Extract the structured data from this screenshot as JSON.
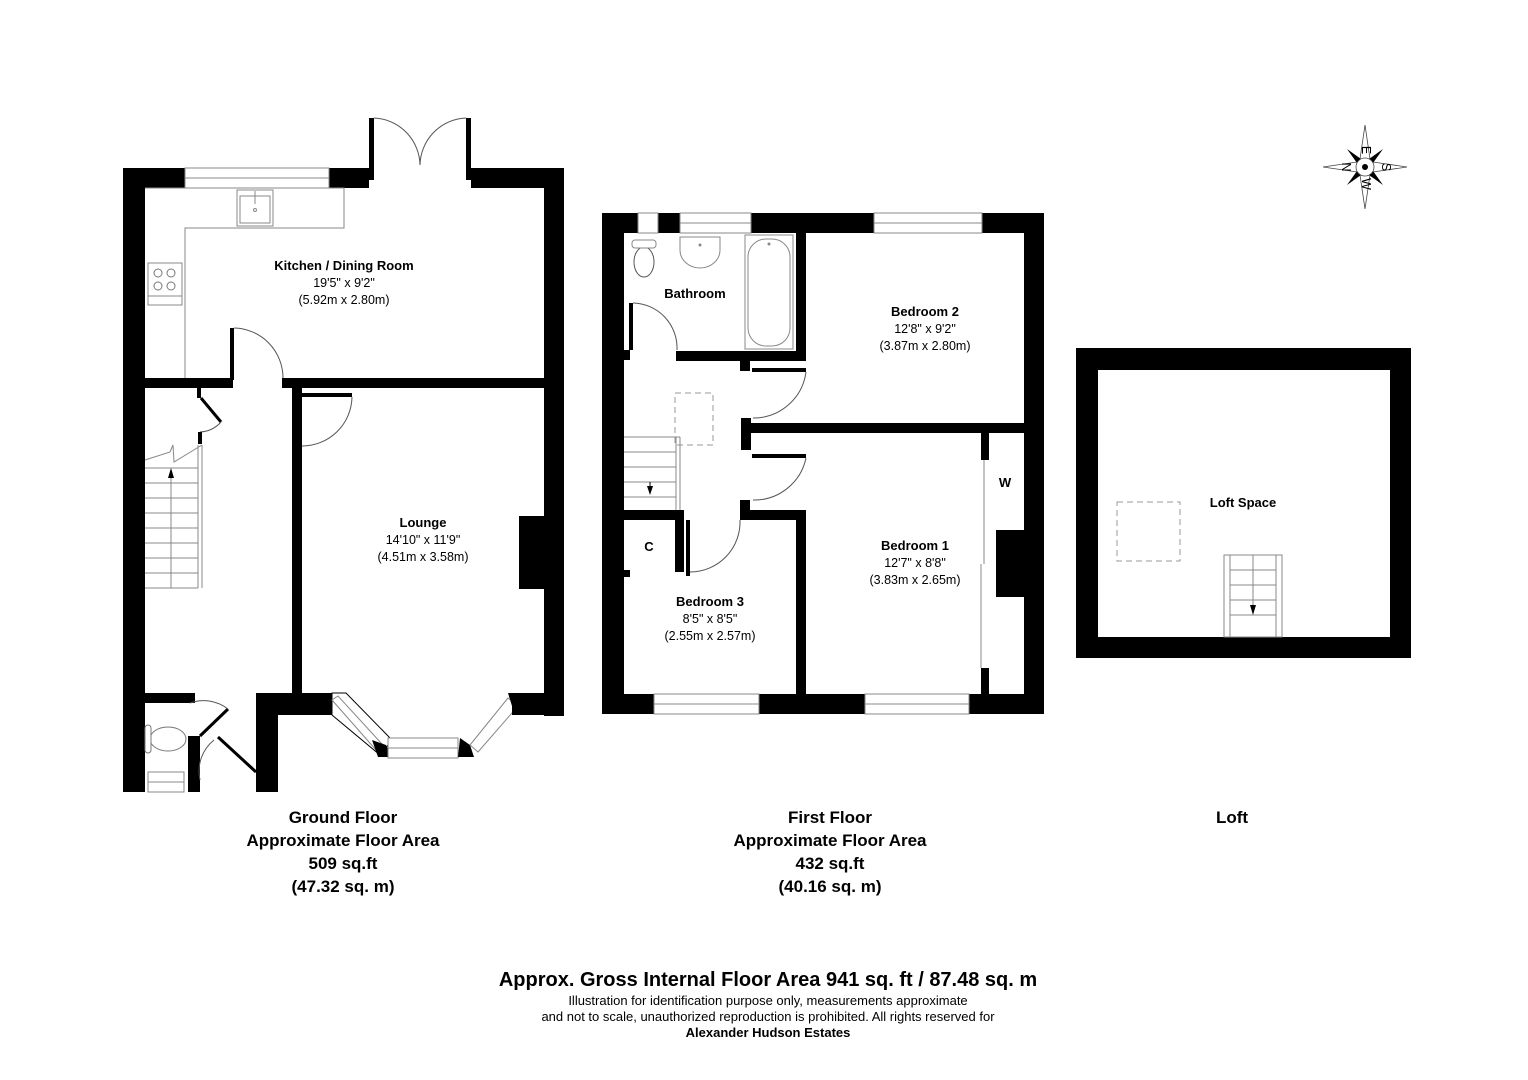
{
  "rooms": {
    "kitchen": {
      "name": "Kitchen / Dining Room",
      "imperial": "19'5\" x 9'2\"",
      "metric": "(5.92m x 2.80m)"
    },
    "lounge": {
      "name": "Lounge",
      "imperial": "14'10\" x 11'9\"",
      "metric": "(4.51m x 3.58m)"
    },
    "bathroom": {
      "name": "Bathroom"
    },
    "bedroom2": {
      "name": "Bedroom 2",
      "imperial": "12'8\" x 9'2\"",
      "metric": "(3.87m x 2.80m)"
    },
    "bedroom1": {
      "name": "Bedroom 1",
      "imperial": "12'7\" x 8'8\"",
      "metric": "(3.83m x 2.65m)"
    },
    "bedroom3": {
      "name": "Bedroom 3",
      "imperial": "8'5\" x 8'5\"",
      "metric": "(2.55m x 2.57m)"
    },
    "cupboard": {
      "name": "C"
    },
    "wardrobe": {
      "name": "W"
    },
    "loft_space": {
      "name": "Loft Space"
    }
  },
  "compass": {
    "icon": "compass-rose-icon",
    "n": "N",
    "e": "E",
    "s": "S",
    "w": "W"
  },
  "floors": [
    {
      "title": "Ground Floor",
      "subtitle": "Approximate Floor Area",
      "sqft": "509 sq.ft",
      "sqm": "(47.32 sq. m)"
    },
    {
      "title": "First Floor",
      "subtitle": "Approximate Floor Area",
      "sqft": "432 sq.ft",
      "sqm": "(40.16 sq. m)"
    },
    {
      "title": "Loft"
    }
  ],
  "footer": {
    "gross": "Approx. Gross Internal Floor Area 941 sq. ft / 87.48 sq. m",
    "note_line1": "Illustration for identification purpose only, measurements approximate",
    "note_line2": "and not to scale, unauthorized reproduction is prohibited. All rights reserved for",
    "brand": "Alexander Hudson Estates"
  },
  "colors": {
    "wall": "#000000",
    "fixture": "#888888",
    "background": "#ffffff"
  }
}
